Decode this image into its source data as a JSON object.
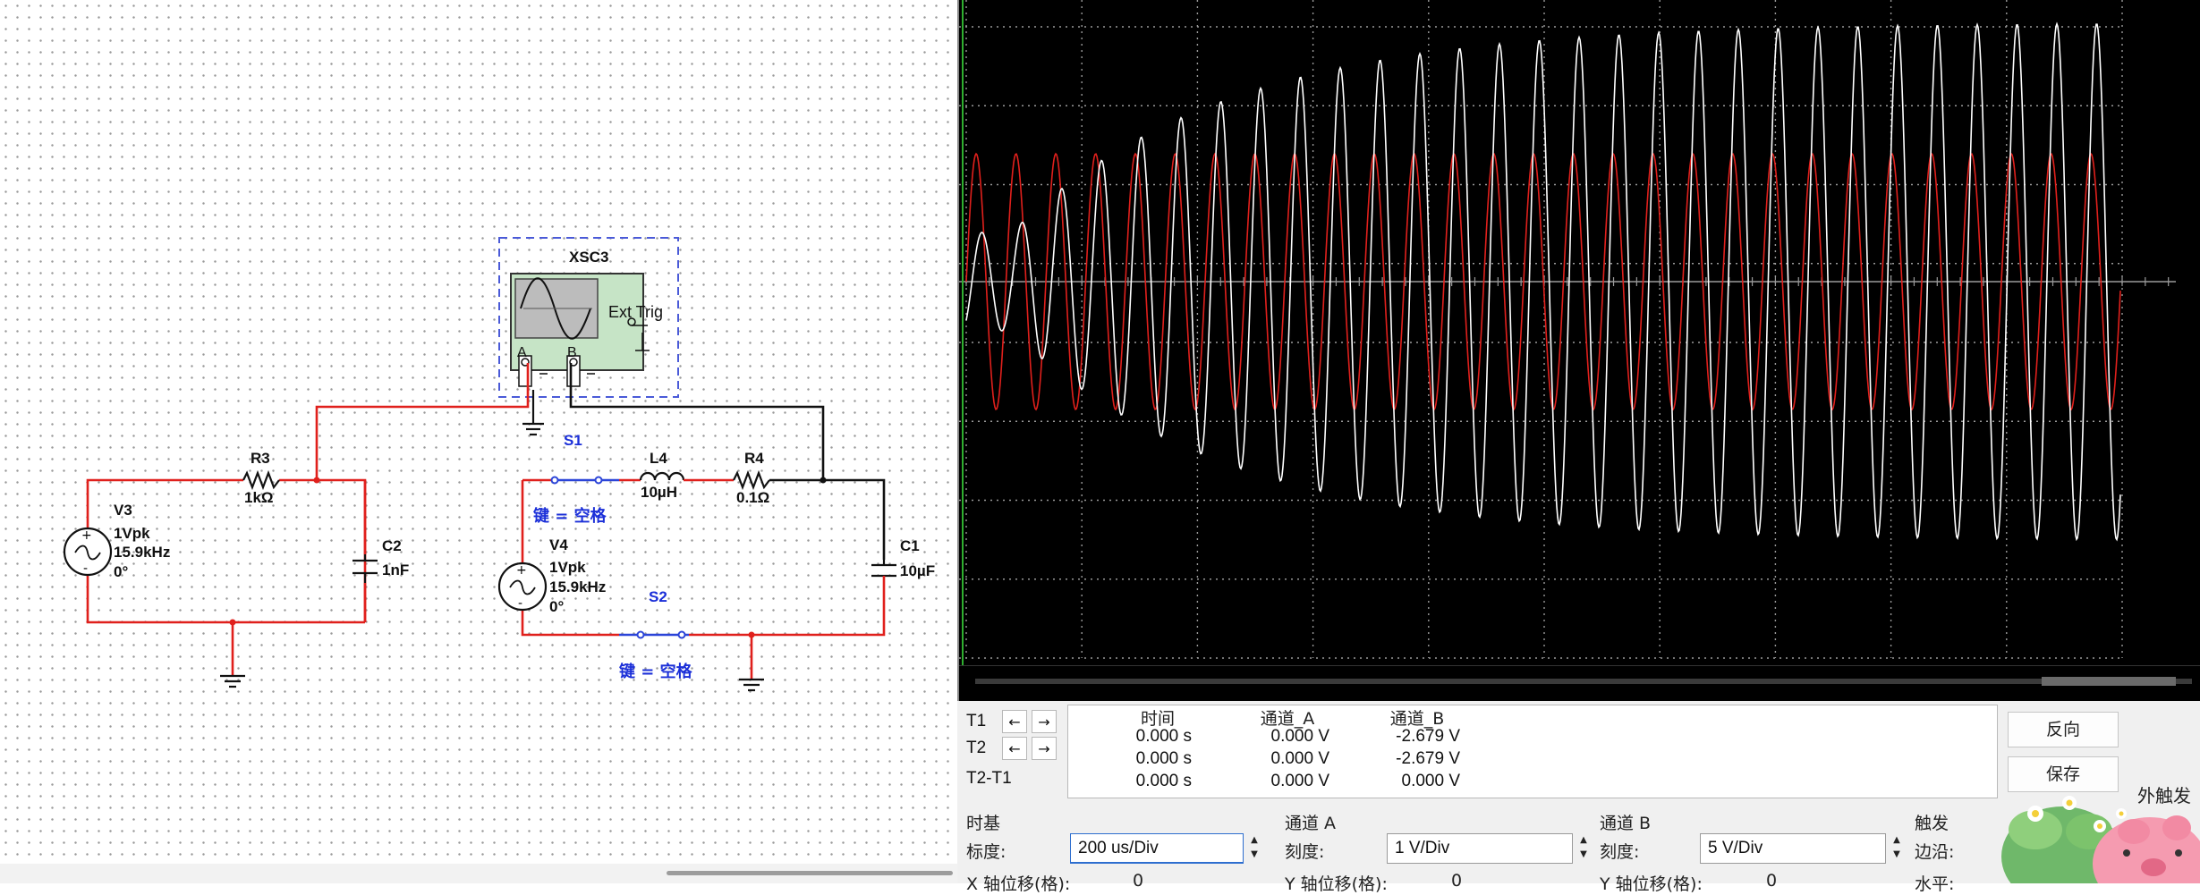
{
  "schematic": {
    "oscilloscope": {
      "refdes": "XSC3",
      "ext_trig_label": "Ext Trig",
      "channel_a_label": "A",
      "channel_b_label": "B"
    },
    "components": {
      "v3": {
        "name": "V3",
        "amplitude": "1Vpk",
        "frequency": "15.9kHz",
        "phase": "0°"
      },
      "r3": {
        "name": "R3",
        "value": "1kΩ"
      },
      "c2": {
        "name": "C2",
        "value": "1nF"
      },
      "v4": {
        "name": "V4",
        "amplitude": "1Vpk",
        "frequency": "15.9kHz",
        "phase": "0°"
      },
      "l4": {
        "name": "L4",
        "value": "10µH"
      },
      "r4": {
        "name": "R4",
        "value": "0.1Ω"
      },
      "c1": {
        "name": "C1",
        "value": "10µF"
      },
      "s1": {
        "name": "S1",
        "key": "键 = 空格"
      },
      "s2": {
        "name": "S2",
        "key": "键 = 空格"
      }
    }
  },
  "scope": {
    "trace_colors": {
      "channel_a": "#e0201c",
      "channel_b": "#ffffff",
      "grid": "#9a9a9a",
      "background": "#000000"
    },
    "cursors": {
      "t1_label": "T1",
      "t2_label": "T2",
      "t2t1_label": "T2-T1",
      "left_arrow": "←",
      "right_arrow": "→",
      "columns": [
        "时间",
        "通道_A",
        "通道_B"
      ],
      "rows": [
        [
          "0.000 s",
          "0.000 V",
          "-2.679 V"
        ],
        [
          "0.000 s",
          "0.000 V",
          "-2.679 V"
        ],
        [
          "0.000 s",
          "0.000 V",
          "0.000 V"
        ]
      ]
    },
    "buttons": {
      "reverse": "反向",
      "save": "保存"
    },
    "timebase": {
      "group": "时基",
      "scale_label": "标度:",
      "scale_value": "200 us/Div",
      "xpos_label": "X 轴位移(格):",
      "xpos_value": "0"
    },
    "channel_a": {
      "group": "通道 A",
      "scale_label": "刻度:",
      "scale_value": "1  V/Div",
      "ypos_label": "Y 轴位移(格):",
      "ypos_value": "0"
    },
    "channel_b": {
      "group": "通道 B",
      "scale_label": "刻度:",
      "scale_value": "5  V/Div",
      "ypos_label": "Y 轴位移(格):",
      "ypos_value": "0"
    },
    "trigger": {
      "group": "触发",
      "edge_label": "边沿:",
      "level_label": "水平:",
      "external_label": "外触发"
    }
  }
}
